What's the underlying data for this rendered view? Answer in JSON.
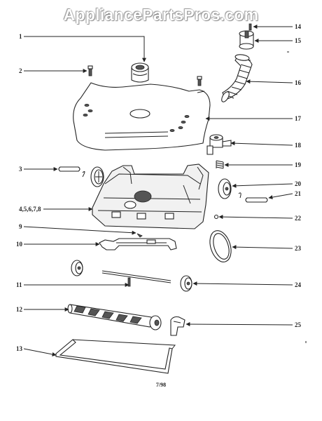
{
  "watermark": "AppliancePartsPros.com",
  "footer_code": "7/98",
  "callouts": {
    "c1": "1",
    "c2": "2",
    "c3": "3",
    "c4": "4,5,6,7,8",
    "c9": "9",
    "c10": "10",
    "c11": "11",
    "c12": "12",
    "c13": "13",
    "c14": "14",
    "c15": "15",
    "c16": "16",
    "c17": "17",
    "c18": "18",
    "c19": "19",
    "c20": "20",
    "c21": "21",
    "c22": "22",
    "c23": "23",
    "c24": "24",
    "c25": "25"
  }
}
